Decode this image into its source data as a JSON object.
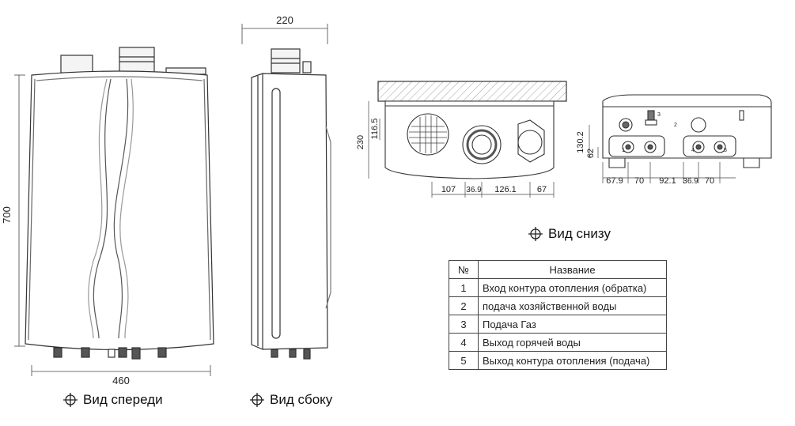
{
  "front_view": {
    "caption": "Вид спереди",
    "width_dim": "460",
    "height_dim": "700"
  },
  "side_view": {
    "caption": "Вид сбоку",
    "depth_dim": "220"
  },
  "bottom_view": {
    "caption": "Вид снизу",
    "dims": {
      "d116": "116.5",
      "d230": "230",
      "d107": "107",
      "d369a": "36.9",
      "d126": "126.1",
      "d67": "67",
      "d1302": "130.2",
      "d62": "62",
      "d679": "67.9",
      "d70a": "70",
      "d921": "92.1",
      "d369b": "36.9",
      "d70b": "70"
    },
    "callouts": [
      "1",
      "2",
      "3",
      "4",
      "5"
    ]
  },
  "legend": {
    "header_num": "№",
    "header_name": "Название",
    "rows": [
      {
        "num": "1",
        "name": "Вход контура отопления (обратка)"
      },
      {
        "num": "2",
        "name": "подача хозяйственной воды"
      },
      {
        "num": "3",
        "name": "Подача Газ"
      },
      {
        "num": "4",
        "name": "Выход горячей воды"
      },
      {
        "num": "5",
        "name": "Выход контура отопления (подача)"
      }
    ]
  },
  "icons": {
    "view_symbol": "crosshair-circle-icon"
  }
}
